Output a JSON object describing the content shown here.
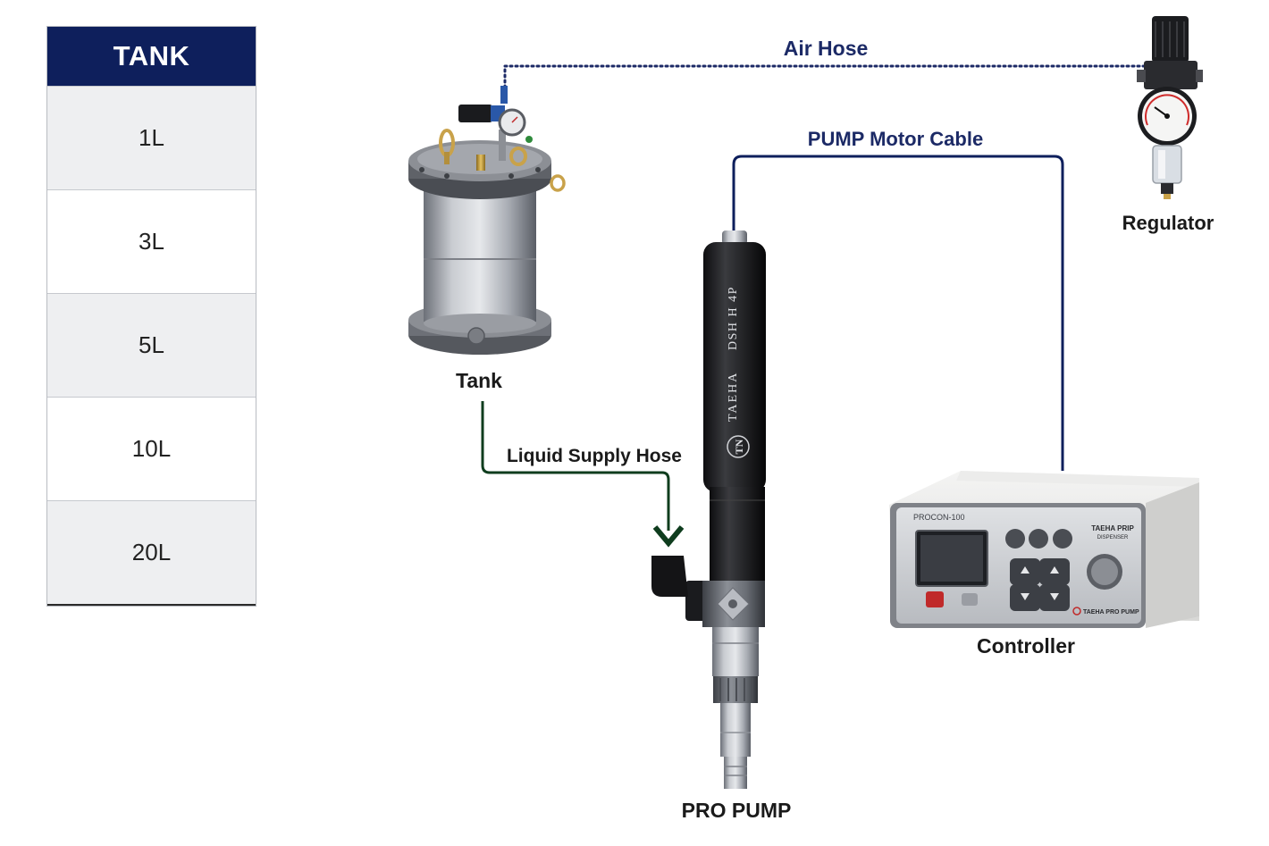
{
  "table": {
    "header": "TANK",
    "rows": [
      "1L",
      "3L",
      "5L",
      "10L",
      "20L"
    ]
  },
  "labels": {
    "air_hose": "Air Hose",
    "pump_motor_cable": "PUMP Motor Cable",
    "regulator": "Regulator",
    "tank": "Tank",
    "liquid_supply_hose": "Liquid Supply Hose",
    "controller": "Controller",
    "pro_pump": "PRO PUMP"
  },
  "device_text": {
    "pump_brand": "TAEHA",
    "pump_model": "DSH H 4P",
    "pump_logo": "TN",
    "controller_model": "PROCON-100",
    "controller_brand_top": "TAEHA PRIP",
    "controller_brand_sub": "DISPENSER",
    "controller_brand_bottom": "TAEHA PRO PUMP"
  },
  "colors": {
    "header_navy": "#0e1f5c",
    "air_hose_line": "#1c2a66",
    "cable_line": "#0e1f5c",
    "liquid_hose_line": "#0f3d1e",
    "label_navy": "#1c2a66"
  }
}
